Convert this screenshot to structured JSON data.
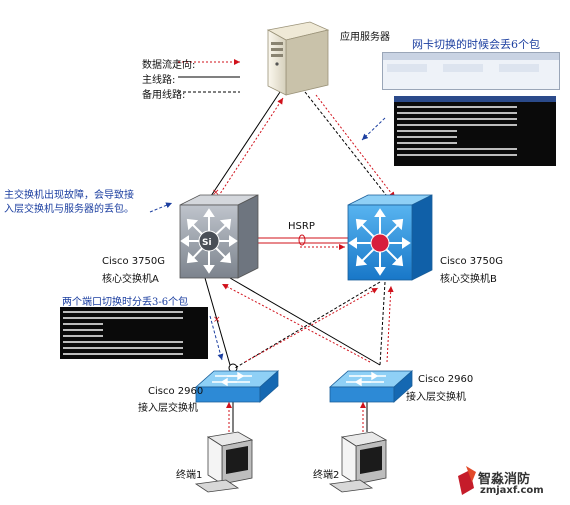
{
  "legend": {
    "data_flow": "数据流走向:",
    "main_path": "主线路:",
    "backup_path": "备用线路:"
  },
  "nodes": {
    "server": "应用服务器",
    "core_a_model": "Cisco 3750G",
    "core_a_name": "核心交换机A",
    "core_b_model": "Cisco 3750G",
    "core_b_name": "核心交换机B",
    "access_left_model": "Cisco 2960",
    "access_left_name": "接入层交换机",
    "access_right_model": "Cisco 2960",
    "access_right_name": "接入层交换机",
    "terminal_1": "终端1",
    "terminal_2": "终端2"
  },
  "link_labels": {
    "hsrp": "HSRP"
  },
  "annotations": {
    "nic_switch": "网卡切换的时候会丢6个包",
    "main_fail_line1": "主交换机出现故障，会导致接",
    "main_fail_line2": "入层交换机与服务器的丢包。",
    "port_switch": "两个端口切换时分丢3-6个包"
  },
  "colors": {
    "data_flow": "#d0101a",
    "main_line": "#000000",
    "annotation_text": "#1c3fa0",
    "core_a": "#9aa0a8",
    "core_b": "#2a8fd8",
    "access": "#5fb4ea"
  },
  "watermark": {
    "name": "智淼消防",
    "url": "zmjaxf.com"
  }
}
